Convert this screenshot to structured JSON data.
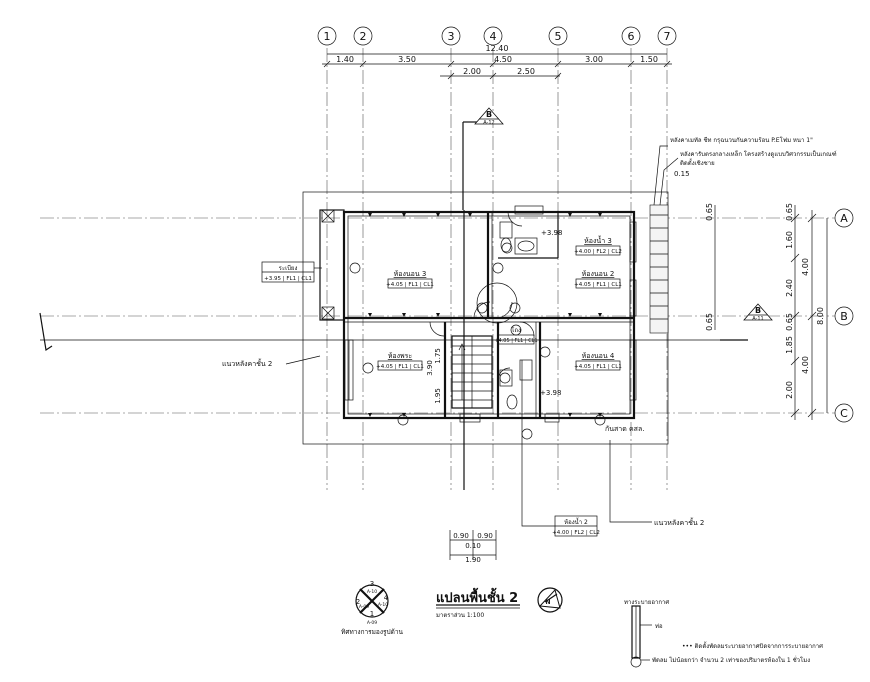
{
  "grid_columns": [
    "1",
    "2",
    "3",
    "4",
    "5",
    "6",
    "7"
  ],
  "grid_rows": [
    "A",
    "B",
    "C"
  ],
  "top_dims": {
    "overall": "12.40",
    "row1": [
      "1.40",
      "3.50",
      "4.50",
      "3.00",
      "1.50"
    ],
    "row2": [
      "2.00",
      "2.50"
    ]
  },
  "right_dims": {
    "overall": "8.00",
    "outer": [
      "4.00",
      "4.00"
    ],
    "inner": [
      "0.65",
      "1.60",
      "2.40",
      "0.65",
      "1.85",
      "2.00"
    ],
    "near": [
      "0.65",
      "0.65"
    ]
  },
  "bottom_dims": [
    "0.90",
    "0.90",
    "0.10",
    "1.90"
  ],
  "misc_dims": [
    "0.15",
    "3.90",
    "1.75",
    "1.95"
  ],
  "rooms": [
    {
      "name": "ห้องนอน 3",
      "tag": "+4.05 | FL1 | CL1"
    },
    {
      "name": "ห้องนอน 2",
      "tag": "+4.05 | FL1 | CL1"
    },
    {
      "name": "ห้องน้ำ 3",
      "tag": "+4.00 | FL2 | CL2"
    },
    {
      "name": "ห้องพระ",
      "tag": "+4.05 | FL1 | CL1"
    },
    {
      "name": "ห้องนอน 4",
      "tag": "+4.05 | FL1 | CL1"
    },
    {
      "name": "ระเบียง",
      "tag": "+3.95 | FL1 | CL1"
    },
    {
      "name": "ห้องน้ำ 2",
      "tag": "+4.00 | FL2 | CL2"
    },
    {
      "name": "โถง",
      "tag": "+4.05 | FL1 | CL1"
    }
  ],
  "levels": [
    "+3.98",
    "+3.98"
  ],
  "notes": {
    "roof_line_left": "แนวหลังคาชั้น 2",
    "roof_line_right": "แนวหลังคาชั้น 2",
    "roof_spec_1": "หลังคาเมทัล ชีท กรุฉนวนกันความร้อน P.Eโฟม หนา 1\"",
    "roof_spec_2": "หลังคารับตรงกลางเหล็ก โครงสร้างดูแบบวิศวกรรมเป็นเกณฑ์",
    "roof_spec_3": "ติดตั้งเชิงชาย",
    "wall_note": "กันสาด คสล.",
    "footnote_1": "••• ติดตั้งพัดลมระบายอากาศบิดจากการระบายอากาศ",
    "footnote_2": "พัดลม ไม่น้อยกว่า จำนวน 2 เท่าของปริมาตรห้องใน 1 ชั่วโมง",
    "vent_label": "ท่อ",
    "detail_label": "ทางระบายอากาศ"
  },
  "section_markers": [
    {
      "letter": "B",
      "sheet": "A-12"
    },
    {
      "letter": "B",
      "sheet": "A-11"
    }
  ],
  "title": {
    "main": "แปลนพื้นชั้น 2",
    "scale": "มาตราส่วน 1:100"
  },
  "key_plan": {
    "numbers": [
      "1",
      "2",
      "3",
      "4"
    ],
    "sheets": [
      "A-10",
      "A-09",
      "A-10",
      "A-09"
    ],
    "caption": "ทิศทางการมองรูปด้าน"
  },
  "north_label": "N"
}
